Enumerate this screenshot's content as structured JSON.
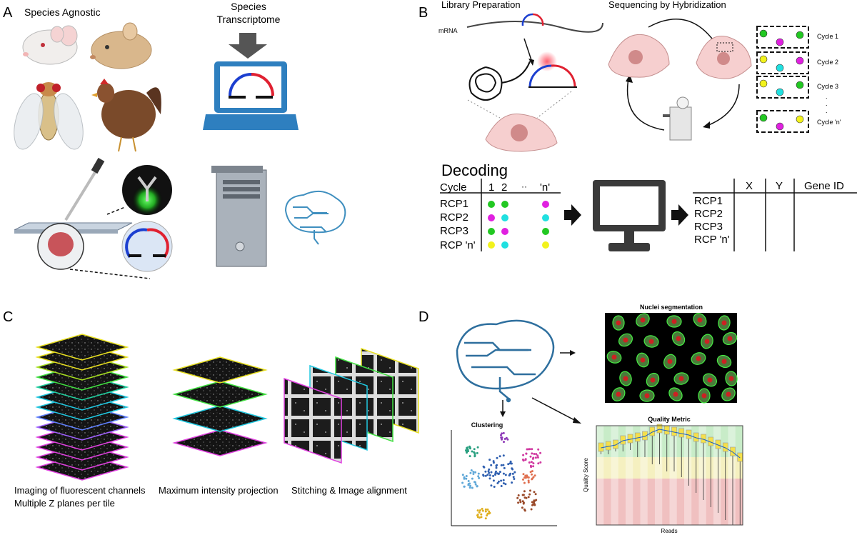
{
  "panels": {
    "A": {
      "letter": "A",
      "species_agnostic": "Species Agnostic",
      "species_transcriptome": [
        "Species",
        "Transcriptome"
      ]
    },
    "B": {
      "letter": "B",
      "library_preparation": "Library Preparation",
      "sequencing_by_hybridization": "Sequencing by Hybridization",
      "mrna_label": "mRNA",
      "cycles": [
        "Cycle 1",
        "Cycle 2",
        "Cycle 3",
        "Cycle 'n'"
      ],
      "cycle_ellipsis": ".",
      "decoding_title": "Decoding",
      "decode_table": {
        "header": [
          "Cycle",
          "1",
          "2",
          "··",
          "'n'"
        ],
        "rows": [
          "RCP1",
          "RCP2",
          "RCP3",
          "RCP 'n'"
        ]
      },
      "output_table": {
        "header": [
          "X",
          "Y",
          "Gene ID"
        ],
        "rows": [
          "RCP1",
          "RCP2",
          "RCP3",
          "RCP 'n'"
        ]
      },
      "colors": {
        "green": "#22c822",
        "magenta": "#e020e0",
        "cyan": "#20e0e0",
        "yellow": "#f2f21c"
      }
    },
    "C": {
      "letter": "C",
      "caption1": [
        "Imaging of fluorescent channels",
        "Multiple Z planes per tile"
      ],
      "caption2": "Maximum intensity projection",
      "caption3": "Stitching & Image alignment"
    },
    "D": {
      "letter": "D",
      "nuclei_segmentation": "Nuclei segmentation",
      "clustering": "Clustering",
      "quality_metric": "Quality Metric",
      "quality_ylabel": "Quality Score",
      "quality_xlabel": "Reads"
    }
  }
}
